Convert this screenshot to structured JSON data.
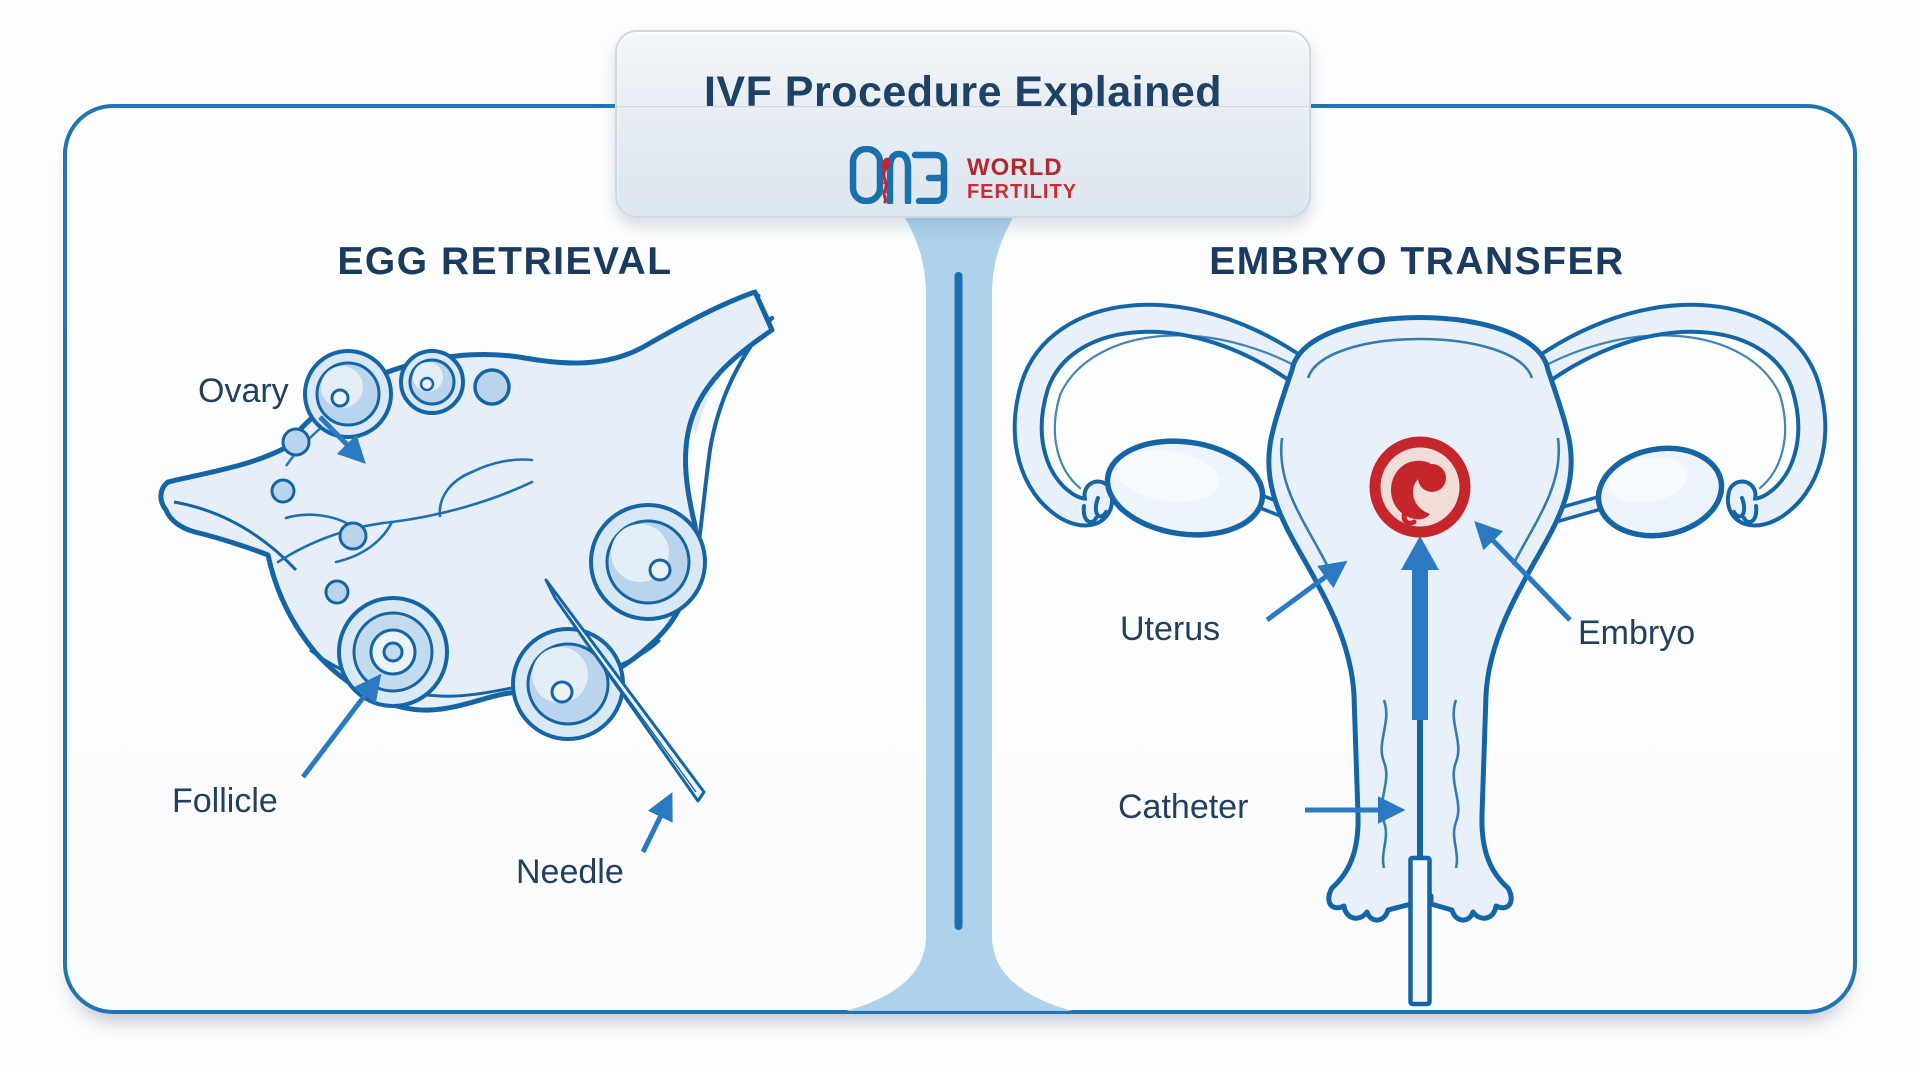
{
  "banner": {
    "title": "IVF Procedure Explained",
    "logo": {
      "one_glyph": "ONE",
      "world": "WORLD",
      "fertility": "FERTILITY"
    }
  },
  "panels": {
    "left": {
      "heading": "EGG RETRIEVAL",
      "labels": {
        "ovary": "Ovary",
        "follicle": "Follicle",
        "needle": "Needle"
      }
    },
    "right": {
      "heading": "EMBRYO TRANSFER",
      "labels": {
        "uterus": "Uterus",
        "embryo": "Embryo",
        "catheter": "Catheter"
      }
    }
  },
  "colors": {
    "frame_border": "#2273b2",
    "diagram_outline": "#1565a6",
    "diagram_fill": "#e8f1f9",
    "follicle_fill": "#b9d4ec",
    "divider_band": "#aed2eb",
    "divider_line": "#1a6fad",
    "arrow_accent": "#2b79c0",
    "heading_text": "#1b3a5f",
    "label_text": "#22405e",
    "logo_blue": "#1a6fad",
    "logo_red": "#cb2b31",
    "embryo_red": "#c5262c"
  }
}
